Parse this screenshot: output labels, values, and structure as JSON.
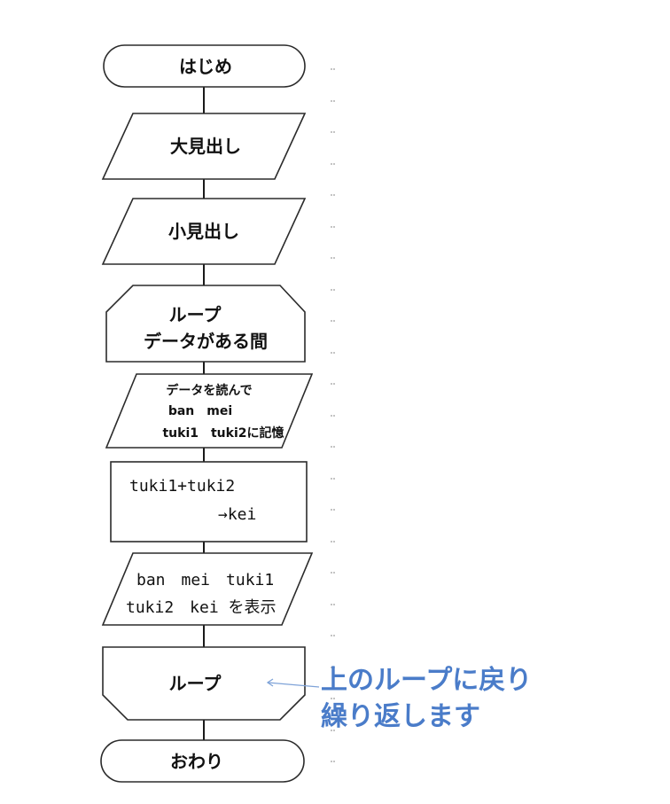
{
  "flowchart": {
    "start": "はじめ",
    "heading_main": "大見出し",
    "heading_sub": "小見出し",
    "loop_start": [
      "ループ",
      "データがある間"
    ],
    "read": [
      "データを読んで",
      "ban　mei",
      "tuki1　tuki2に記憶"
    ],
    "process": [
      "tuki1+tuki2",
      "→kei"
    ],
    "output": [
      "ban　mei　tuki1",
      "tuki2　kei を表示"
    ],
    "loop_end": "ループ",
    "end": "おわり"
  },
  "annotation": {
    "lines": [
      "上のループに戻り",
      "繰り返します"
    ],
    "color": "#4a7cc9"
  },
  "colors": {
    "line": "#1a1a1a",
    "shape_fill": "#ffffff",
    "annotation": "#4a7cc9"
  }
}
